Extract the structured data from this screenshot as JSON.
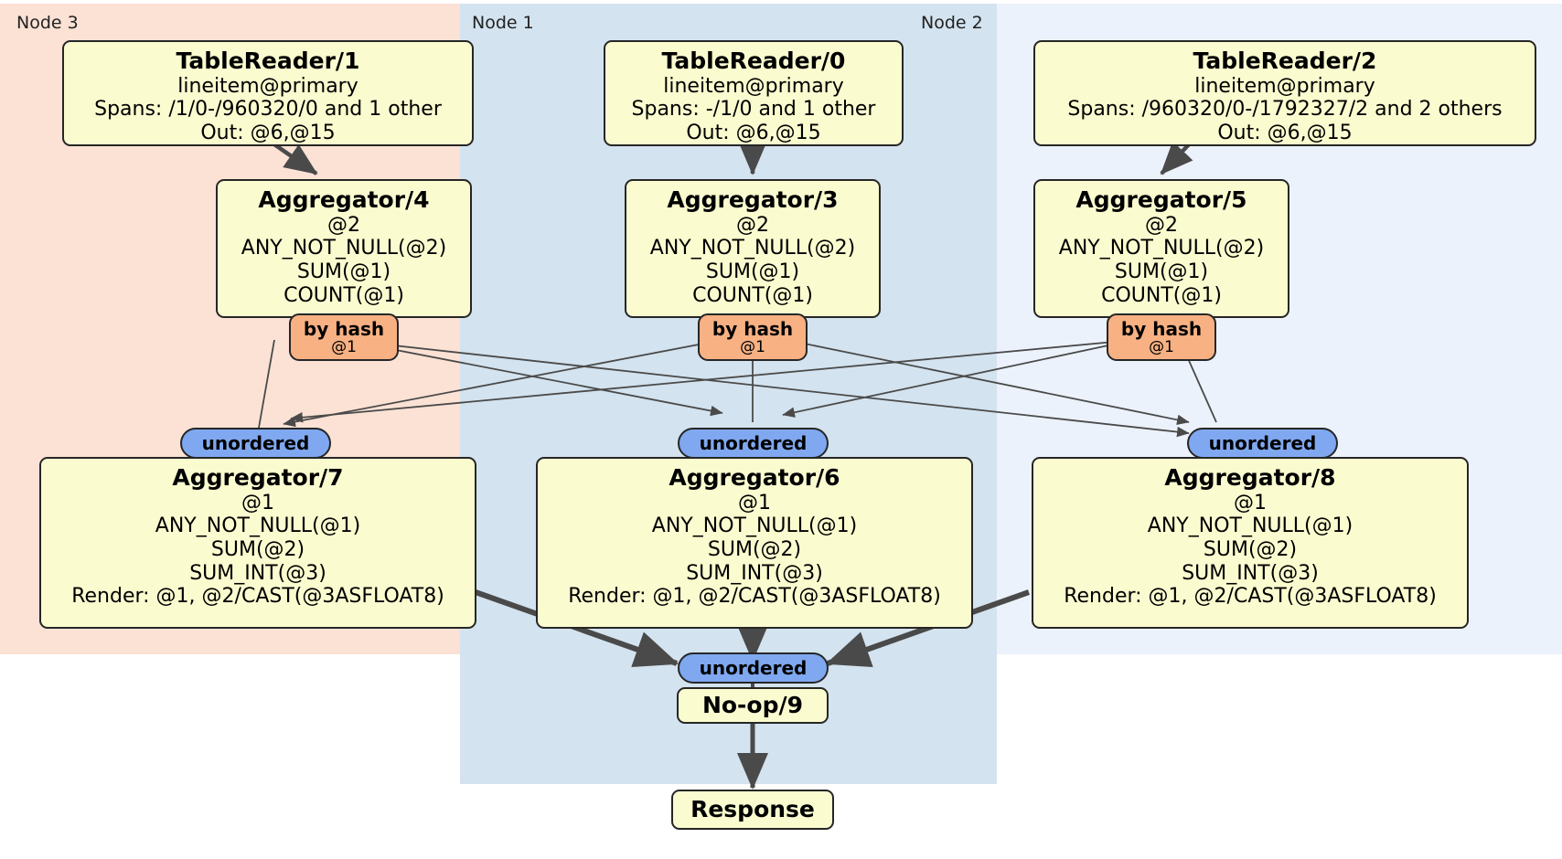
{
  "diagram": {
    "type": "distributed-query-plan",
    "colors": {
      "node3_panel": "#fbe2d5",
      "node1_panel": "#d3e3ef",
      "node2_panel": "#ecf2fb",
      "processor_box": "#fbfbd0",
      "box_border": "#262626",
      "hash_pill": "#f7b183",
      "unordered_pill": "#7fa8f0",
      "edge": "#4a4a4a"
    },
    "panels": [
      {
        "id": "node3",
        "label": "Node 3"
      },
      {
        "id": "node1",
        "label": "Node 1"
      },
      {
        "id": "node2",
        "label": "Node 2"
      }
    ],
    "processors": {
      "tablereader1": {
        "title": "TableReader/1",
        "lines": [
          "lineitem@primary",
          "Spans: /1/0-/960320/0 and 1 other",
          "Out: @6,@15"
        ]
      },
      "tablereader0": {
        "title": "TableReader/0",
        "lines": [
          "lineitem@primary",
          "Spans: -/1/0 and 1 other",
          "Out: @6,@15"
        ]
      },
      "tablereader2": {
        "title": "TableReader/2",
        "lines": [
          "lineitem@primary",
          "Spans: /960320/0-/1792327/2 and 2 others",
          "Out: @6,@15"
        ]
      },
      "aggregator4": {
        "title": "Aggregator/4",
        "lines": [
          "@2",
          "ANY_NOT_NULL(@2)",
          "SUM(@1)",
          "COUNT(@1)"
        ]
      },
      "aggregator3": {
        "title": "Aggregator/3",
        "lines": [
          "@2",
          "ANY_NOT_NULL(@2)",
          "SUM(@1)",
          "COUNT(@1)"
        ]
      },
      "aggregator5": {
        "title": "Aggregator/5",
        "lines": [
          "@2",
          "ANY_NOT_NULL(@2)",
          "SUM(@1)",
          "COUNT(@1)"
        ]
      },
      "aggregator7": {
        "title": "Aggregator/7",
        "lines": [
          "@1",
          "ANY_NOT_NULL(@1)",
          "SUM(@2)",
          "SUM_INT(@3)",
          "Render: @1, @2/CAST(@3ASFLOAT8)"
        ]
      },
      "aggregator6": {
        "title": "Aggregator/6",
        "lines": [
          "@1",
          "ANY_NOT_NULL(@1)",
          "SUM(@2)",
          "SUM_INT(@3)",
          "Render: @1, @2/CAST(@3ASFLOAT8)"
        ]
      },
      "aggregator8": {
        "title": "Aggregator/8",
        "lines": [
          "@1",
          "ANY_NOT_NULL(@1)",
          "SUM(@2)",
          "SUM_INT(@3)",
          "Render: @1, @2/CAST(@3ASFLOAT8)"
        ]
      },
      "noop9": {
        "title": "No-op/9",
        "lines": []
      },
      "response": {
        "title": "Response",
        "lines": []
      }
    },
    "routers": {
      "hash_left": {
        "label": "by hash",
        "sublabel": "@1"
      },
      "hash_center": {
        "label": "by hash",
        "sublabel": "@1"
      },
      "hash_right": {
        "label": "by hash",
        "sublabel": "@1"
      }
    },
    "synchronizers": {
      "unordered_left": {
        "label": "unordered"
      },
      "unordered_center": {
        "label": "unordered"
      },
      "unordered_right": {
        "label": "unordered"
      },
      "unordered_final": {
        "label": "unordered"
      }
    }
  }
}
